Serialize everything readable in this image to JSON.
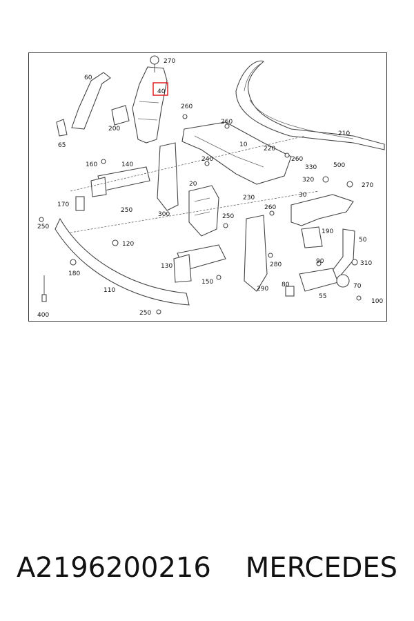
{
  "diagram": {
    "highlight_color": "#e02020",
    "labels": {
      "l270a": "270",
      "l40": "40",
      "l60": "60",
      "l200": "200",
      "l65": "65",
      "l260a": "260",
      "l260b": "260",
      "l10": "10",
      "l210": "210",
      "l220": "220",
      "l260c": "260",
      "l330": "330",
      "l500": "500",
      "l320": "320",
      "l270b": "270",
      "l160": "160",
      "l140": "140",
      "l240": "240",
      "l20": "20",
      "l230": "230",
      "l30": "30",
      "l170": "170",
      "l250a": "250",
      "l300": "300",
      "l260d": "260",
      "l250b": "250",
      "l250c": "250",
      "l190": "190",
      "l50": "50",
      "l120": "120",
      "l130": "130",
      "l280": "280",
      "l90": "90",
      "l310": "310",
      "l180": "180",
      "l150": "150",
      "l80": "80",
      "l70": "70",
      "l110": "110",
      "l290": "290",
      "l55": "55",
      "l100": "100",
      "l400": "400",
      "l250d": "250"
    }
  },
  "caption": {
    "part_number": "A2196200216",
    "brand": "MERCEDES"
  }
}
